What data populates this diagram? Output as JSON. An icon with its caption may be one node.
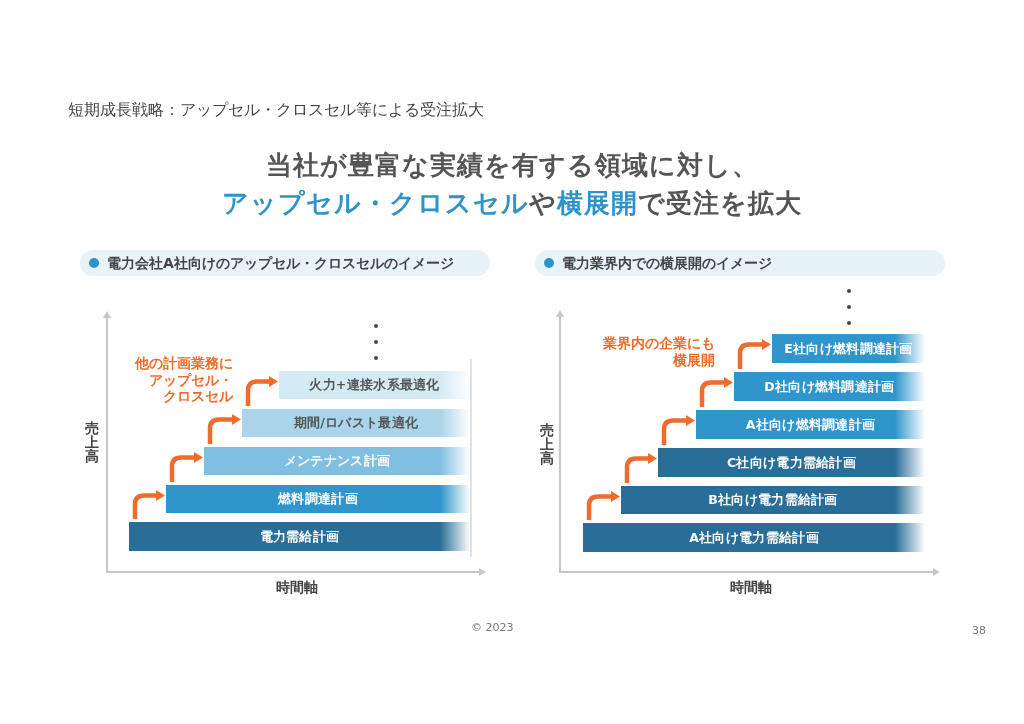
{
  "diagram": {
    "title": "短期成長戦略：アップセル・クロスセル等による受注拡大",
    "nodes": [
      {
        "text": [
          "電力会社A社向けのアップセル・クロスセルのイメージ"
        ]
      },
      {
        "text": [
          "電力業界内での横展開のイメージ"
        ]
      },
      {
        "text": [
          "電力需給計画"
        ]
      },
      {
        "text": [
          "燃料調達計画"
        ]
      },
      {
        "text": [
          "メンテナンス計画"
        ]
      },
      {
        "text": [
          "期間/ロバスト最適化"
        ]
      },
      {
        "text": [
          "火力+連接水系最適化"
        ]
      },
      {
        "text": [
          "A社向け電力需給計画"
        ]
      },
      {
        "text": [
          "B社向け電力需給計画"
        ]
      },
      {
        "text": [
          "C社向け電力需給計画"
        ]
      },
      {
        "text": [
          "A社向け燃料調達計画"
        ]
      },
      {
        "text": [
          "D社向け燃料調達計画"
        ]
      },
      {
        "text": [
          "E社向け燃料調達計画"
        ]
      }
    ],
    "edges": [
      {
        "from": 2,
        "to": 3,
        "arrow": "to"
      },
      {
        "from": 3,
        "to": 4,
        "arrow": "to"
      },
      {
        "from": 4,
        "to": 5,
        "arrow": "to"
      },
      {
        "from": 5,
        "to": 6,
        "arrow": "to"
      },
      {
        "from": 7,
        "to": 8,
        "arrow": "to"
      },
      {
        "from": 8,
        "to": 9,
        "arrow": "to"
      },
      {
        "from": 9,
        "to": 10,
        "arrow": "to"
      },
      {
        "from": 10,
        "to": 11,
        "arrow": "to"
      },
      {
        "from": 11,
        "to": 12,
        "arrow": "to"
      }
    ],
    "labels": [
      "当社が豊富な実績を有する領域に対し、アップセル・クロスセルや横展開で受注を拡大",
      "他の計画業務にアップセル・クロスセル",
      "売上高",
      "時間軸",
      "業界内の企業にも横展開",
      "売上高",
      "時間軸",
      "© 2023",
      "38"
    ]
  }
}
